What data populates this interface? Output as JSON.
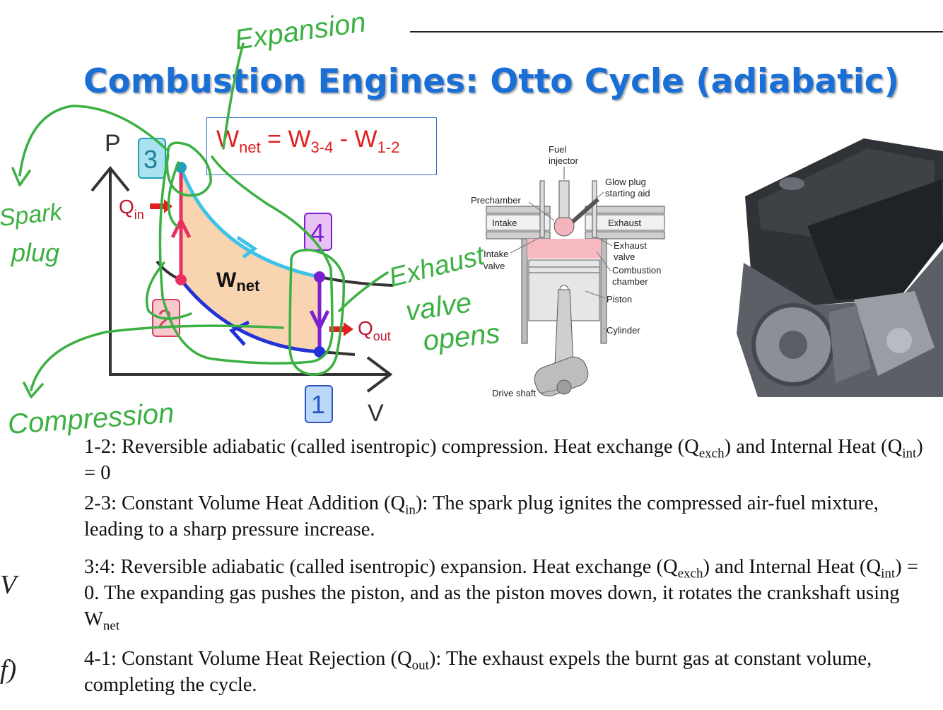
{
  "title": "Combustion Engines: Otto Cycle (adiabatic)",
  "equation": {
    "w": "W",
    "w_sub": "net",
    "eq": " = ",
    "w34": "W",
    "w34_sub": "3-4",
    "minus": " - ",
    "w12": "W",
    "w12_sub": "1-2"
  },
  "pv_diagram": {
    "axis_p": "P",
    "axis_v": "V",
    "state_labels": [
      "1",
      "2",
      "3",
      "4"
    ],
    "q_in": "Q",
    "q_in_sub": "in",
    "q_out": "Q",
    "q_out_sub": "out",
    "w_net": "W",
    "w_net_sub": "net"
  },
  "engine_diagram": {
    "labels": {
      "fuel_injector_1": "Fuel",
      "fuel_injector_2": "injector",
      "glow_plug_1": "Glow plug",
      "glow_plug_2": "starting aid",
      "prechamber": "Prechamber",
      "intake": "Intake",
      "exhaust": "Exhaust",
      "intake_valve_1": "Intake",
      "intake_valve_2": "valve",
      "exhaust_valve_1": "Exhaust",
      "exhaust_valve_2": "valve",
      "combustion_1": "Combustion",
      "combustion_2": "chamber",
      "piston": "Piston",
      "cylinder": "Cylinder",
      "drive_shaft": "Drive shaft"
    }
  },
  "annotations": {
    "expansion": "Expansion",
    "spark_plug_1": "Spark",
    "spark_plug_2": "plug",
    "exhaust_1": "Exhaust",
    "exhaust_2": "valve",
    "exhaust_3": "opens",
    "compression": "Compression"
  },
  "paragraphs": {
    "p1": {
      "a": "1-2: Reversible adiabatic (called isentropic) compression. Heat exchange (Q",
      "a_sub": "exch",
      "b": ") and Internal Heat (Q",
      "b_sub": "int",
      "c": ") = 0"
    },
    "p2": {
      "a": "2-3: Constant Volume Heat Addition (Q",
      "a_sub": "in",
      "b": "): The spark plug ignites the compressed air-fuel mixture, leading to a sharp pressure increase."
    },
    "p3": {
      "a": "3:4: Reversible adiabatic (called isentropic) expansion. Heat exchange (Q",
      "a_sub": "exch",
      "b": ") and Internal Heat (Q",
      "b_sub": "int",
      "c": ") = 0. The expanding gas pushes the piston, and as the piston moves down, it rotates the crankshaft using W",
      "c_sub": "net"
    },
    "p4": {
      "a": "4-1: Constant Volume Heat Rejection (Q",
      "a_sub": "out",
      "b": "): The exhaust expels the burnt gas at constant volume, completing the cycle."
    }
  },
  "edge_fragments": {
    "left_v": "V",
    "left_paren": "f)"
  },
  "colors": {
    "title": "#1a6fd6",
    "equation": "#e02020",
    "annotation": "#3cb043",
    "area": "#f8cfa8",
    "expansion_curve": "#3ec3e8",
    "compression_curve": "#2232d8",
    "heat_in": "#e83060",
    "heat_out": "#7a20d0"
  }
}
